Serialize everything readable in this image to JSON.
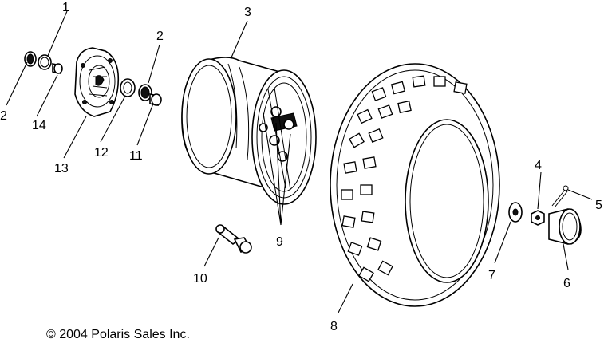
{
  "callouts": {
    "c1": "1",
    "c2a": "2",
    "c2b": "2",
    "c3": "3",
    "c4": "4",
    "c5": "5",
    "c6": "6",
    "c7": "7",
    "c8": "8",
    "c9": "9",
    "c10": "10",
    "c11": "11",
    "c12": "12",
    "c13": "13",
    "c14": "14"
  },
  "copyright": "© 2004 Polaris Sales Inc."
}
